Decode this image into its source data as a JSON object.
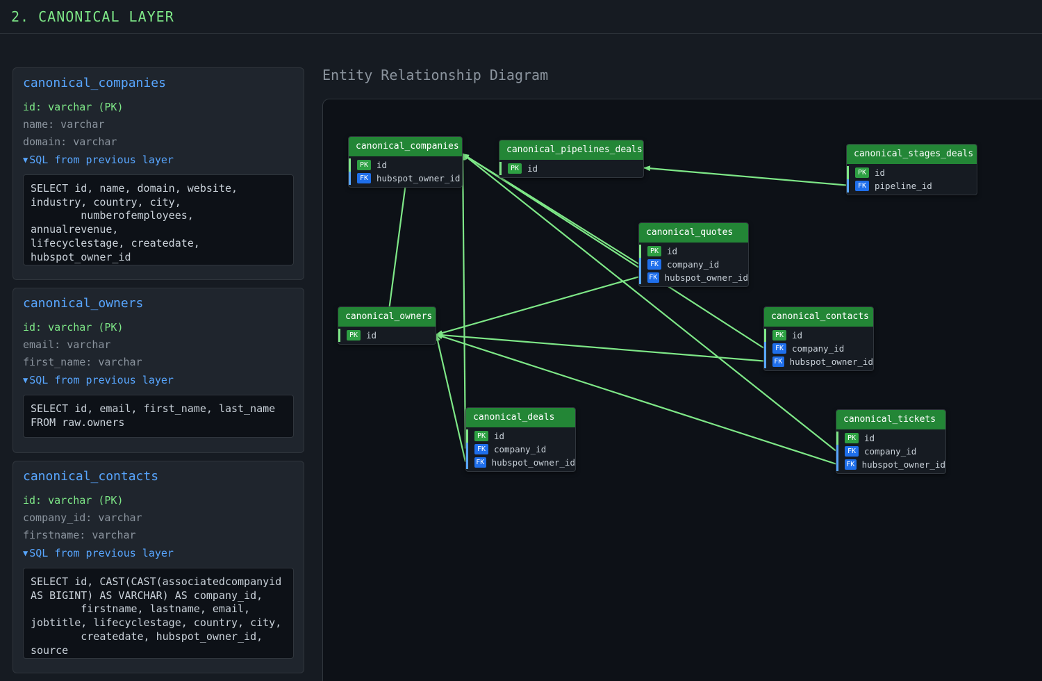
{
  "section": {
    "title": "2. CANONICAL LAYER"
  },
  "tables": [
    {
      "name": "canonical_companies",
      "fields": [
        "id: varchar (PK)",
        "name: varchar",
        "domain: varchar"
      ],
      "toggle_label": "SQL from previous layer",
      "sql": "SELECT id, name, domain, website,\nindustry, country, city,\n        numberofemployees, annualrevenue,\nlifecyclestage, createdate,\nhubspot_owner_id\nFROM raw.companies"
    },
    {
      "name": "canonical_owners",
      "fields": [
        "id: varchar (PK)",
        "email: varchar",
        "first_name: varchar"
      ],
      "toggle_label": "SQL from previous layer",
      "sql": "SELECT id, email, first_name, last_name\nFROM raw.owners"
    },
    {
      "name": "canonical_contacts",
      "fields": [
        "id: varchar (PK)",
        "company_id: varchar",
        "firstname: varchar"
      ],
      "toggle_label": "SQL from previous layer",
      "sql": "SELECT id, CAST(CAST(associatedcompanyid\nAS BIGINT) AS VARCHAR) AS company_id,\n        firstname, lastname, email,\njobtitle, lifecyclestage, country, city,\n        createdate, hubspot_owner_id,\nsource"
    }
  ],
  "erd": {
    "title": "Entity Relationship Diagram",
    "pk_label": "PK",
    "fk_label": "FK",
    "edge_color": "#7ee787",
    "entities": [
      {
        "name": "canonical_companies",
        "rows": [
          {
            "key": "PK",
            "field": "id"
          },
          {
            "key": "FK",
            "field": "hubspot_owner_id"
          }
        ]
      },
      {
        "name": "canonical_pipelines_deals",
        "rows": [
          {
            "key": "PK",
            "field": "id"
          }
        ]
      },
      {
        "name": "canonical_stages_deals",
        "rows": [
          {
            "key": "PK",
            "field": "id"
          },
          {
            "key": "FK",
            "field": "pipeline_id"
          }
        ]
      },
      {
        "name": "canonical_quotes",
        "rows": [
          {
            "key": "PK",
            "field": "id"
          },
          {
            "key": "FK",
            "field": "company_id"
          },
          {
            "key": "FK",
            "field": "hubspot_owner_id"
          }
        ]
      },
      {
        "name": "canonical_owners",
        "rows": [
          {
            "key": "PK",
            "field": "id"
          }
        ]
      },
      {
        "name": "canonical_contacts",
        "rows": [
          {
            "key": "PK",
            "field": "id"
          },
          {
            "key": "FK",
            "field": "company_id"
          },
          {
            "key": "FK",
            "field": "hubspot_owner_id"
          }
        ]
      },
      {
        "name": "canonical_deals",
        "rows": [
          {
            "key": "PK",
            "field": "id"
          },
          {
            "key": "FK",
            "field": "company_id"
          },
          {
            "key": "FK",
            "field": "hubspot_owner_id"
          }
        ]
      },
      {
        "name": "canonical_tickets",
        "rows": [
          {
            "key": "PK",
            "field": "id"
          },
          {
            "key": "FK",
            "field": "company_id"
          },
          {
            "key": "FK",
            "field": "hubspot_owner_id"
          }
        ]
      }
    ],
    "relationships": [
      {
        "from": "canonical_companies",
        "field": "hubspot_owner_id",
        "to": "canonical_owners"
      },
      {
        "from": "canonical_stages_deals",
        "field": "pipeline_id",
        "to": "canonical_pipelines_deals"
      },
      {
        "from": "canonical_quotes",
        "field": "company_id",
        "to": "canonical_companies"
      },
      {
        "from": "canonical_quotes",
        "field": "hubspot_owner_id",
        "to": "canonical_owners"
      },
      {
        "from": "canonical_contacts",
        "field": "company_id",
        "to": "canonical_companies"
      },
      {
        "from": "canonical_contacts",
        "field": "hubspot_owner_id",
        "to": "canonical_owners"
      },
      {
        "from": "canonical_deals",
        "field": "company_id",
        "to": "canonical_companies"
      },
      {
        "from": "canonical_deals",
        "field": "hubspot_owner_id",
        "to": "canonical_owners"
      },
      {
        "from": "canonical_tickets",
        "field": "company_id",
        "to": "canonical_companies"
      },
      {
        "from": "canonical_tickets",
        "field": "hubspot_owner_id",
        "to": "canonical_owners"
      }
    ]
  }
}
